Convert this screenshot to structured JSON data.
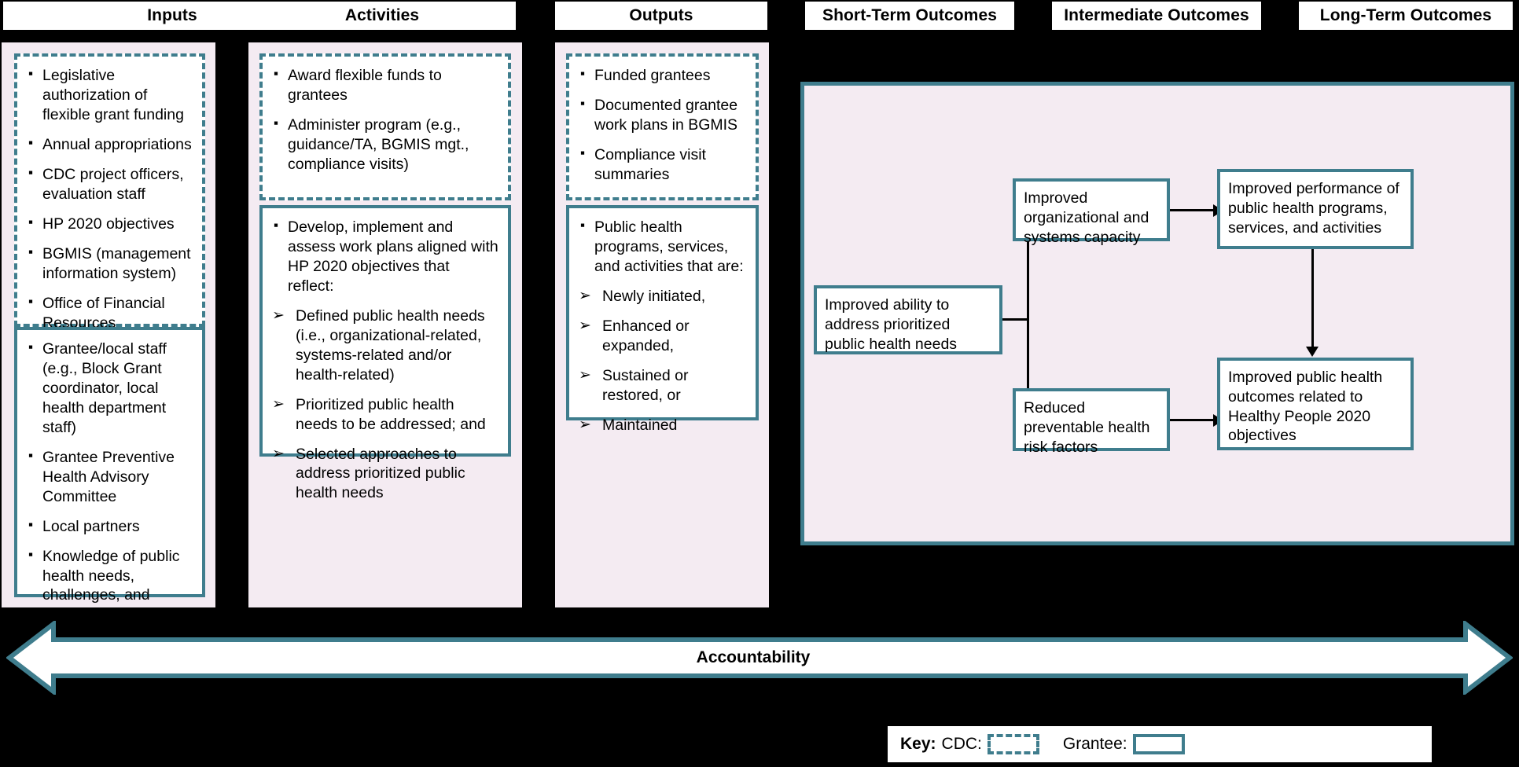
{
  "colors": {
    "accent_teal": "#3F7D8D",
    "panel_pink": "#F4EBF2",
    "background": "#000000",
    "box_fill": "#FFFFFF"
  },
  "headers": [
    {
      "id": "inputs",
      "label": "Inputs"
    },
    {
      "id": "activities",
      "label": "Activities"
    },
    {
      "id": "outputs",
      "label": "Outputs"
    },
    {
      "id": "short-term-outcomes",
      "label": "Short-Term Outcomes"
    },
    {
      "id": "intermediate-outcomes",
      "label": "Intermediate Outcomes"
    },
    {
      "id": "long-term-outcomes",
      "label": "Long-Term Outcomes"
    }
  ],
  "inputs": {
    "cdc_box": {
      "owner": "CDC",
      "items": [
        "Legislative authorization of flexible grant funding",
        "Annual appropriations",
        "CDC project officers, evaluation staff",
        "HP 2020 objectives",
        "BGMIS (management information system)",
        "Office of Financial Resources"
      ]
    },
    "grantee_box": {
      "owner": "Grantee",
      "items": [
        "Grantee/local staff (e.g., Block Grant coordinator, local health department staff)",
        "Grantee Preventive Health Advisory Committee",
        "Local partners",
        "Knowledge of public health needs, challenges, and priorities"
      ]
    }
  },
  "activities": {
    "cdc_box": {
      "owner": "CDC",
      "items": [
        "Award flexible funds to grantees",
        "Administer program (e.g., guidance/TA, BGMIS mgt., compliance visits)"
      ]
    },
    "grantee_box": {
      "owner": "Grantee",
      "lead": "Develop, implement and assess work plans aligned with HP 2020 objectives that reflect:",
      "sub_items": [
        "Defined public health needs (i.e., organizational-related, systems-related and/or health-related)",
        "Prioritized public health needs to be addressed; and",
        "Selected approaches to address prioritized public health needs"
      ]
    }
  },
  "outputs": {
    "cdc_box": {
      "owner": "CDC",
      "items": [
        "Funded grantees",
        "Documented grantee work plans in BGMIS",
        "Compliance visit summaries"
      ]
    },
    "grantee_box": {
      "owner": "Grantee",
      "lead": "Public health programs, services, and activities that are:",
      "sub_items": [
        "Newly initiated,",
        "Enhanced or expanded,",
        "Sustained or restored, or",
        "Maintained"
      ]
    }
  },
  "outcomes": {
    "short_term": [
      {
        "id": "improved-ability",
        "text": "Improved ability to address prioritized public health needs"
      }
    ],
    "intermediate": [
      {
        "id": "improved-org-capacity",
        "text": "Improved organizational and systems capacity"
      },
      {
        "id": "reduced-risk-factors",
        "text": "Reduced preventable health risk factors"
      }
    ],
    "long_term": [
      {
        "id": "improved-performance",
        "text": "Improved performance of public health programs, services, and activities"
      },
      {
        "id": "improved-outcomes",
        "text": "Improved public health outcomes related to Healthy People 2020 objectives"
      }
    ]
  },
  "accountability": {
    "label": "Accountability"
  },
  "key": {
    "title": "Key:",
    "cdc_label": "CDC:",
    "grantee_label": "Grantee:"
  }
}
